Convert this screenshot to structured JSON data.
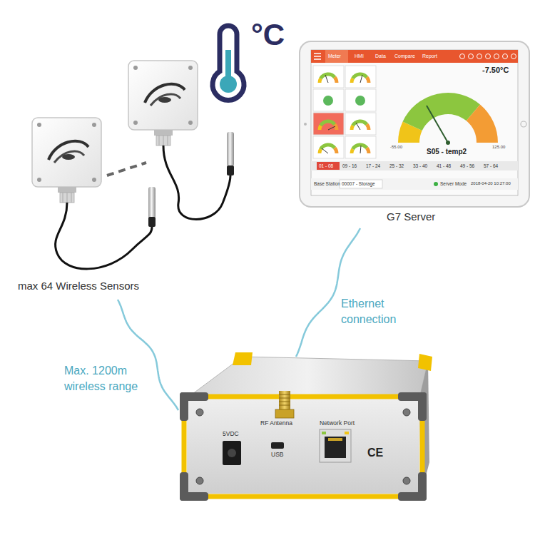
{
  "diagram": {
    "nodes": [
      {
        "text": [
          "max 64 Wireless Sensors"
        ]
      },
      {
        "text": [
          "G7 Server"
        ]
      },
      {
        "text": [
          "RF Antenna",
          "5VDC",
          "USB",
          "Network Port",
          "CE"
        ]
      }
    ],
    "edges": [
      {
        "from": 0,
        "to": 2,
        "arrow": "none",
        "label": "Max. 1200m wireless range"
      },
      {
        "from": 1,
        "to": 2,
        "arrow": "none",
        "label": "Ethernet connection"
      }
    ],
    "labels": [
      "°C",
      "Meter",
      "HMI",
      "Data",
      "Compare",
      "Report",
      "-7.50°C",
      "-55.00",
      "125.00",
      "S05 - temp2",
      "01 - 08",
      "09 - 16",
      "17 - 24",
      "25 - 32",
      "33 - 40",
      "41 - 48",
      "49 - 56",
      "57 - 64",
      "Base Station",
      "00007 - Storage",
      "Server Mode",
      "2018-04-20 10:27:00"
    ]
  }
}
